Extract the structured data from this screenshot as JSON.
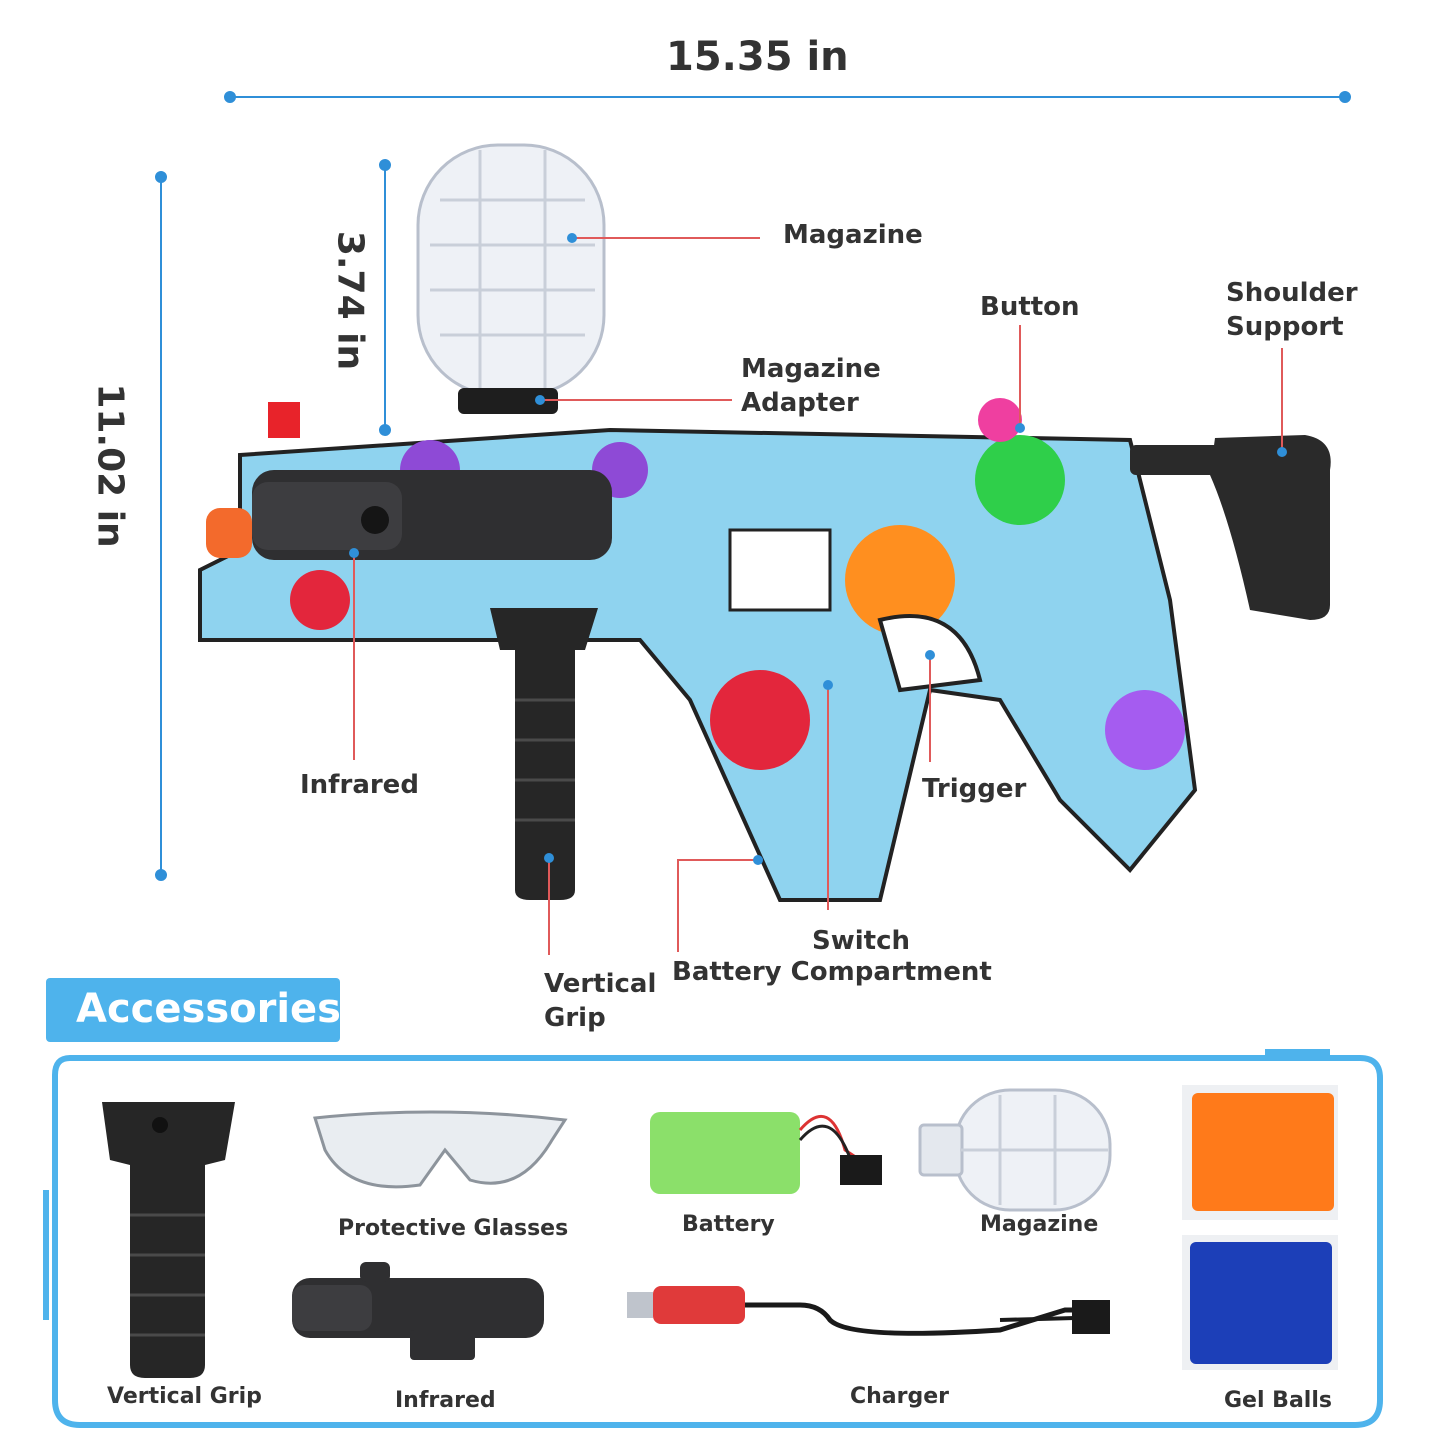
{
  "dimensions": {
    "width_label": "15.35 in",
    "total_height_label": "11.02 in",
    "magazine_height_label": "3.74 in"
  },
  "callouts": {
    "magazine": "Magazine",
    "magazine_adapter_line1": "Magazine",
    "magazine_adapter_line2": "Adapter",
    "button": "Button",
    "shoulder_support_line1": "Shoulder",
    "shoulder_support_line2": "Support",
    "infrared": "Infrared",
    "trigger": "Trigger",
    "switch": "Switch",
    "battery_compartment": "Battery Compartment",
    "vertical_grip_line1": "Vertical",
    "vertical_grip_line2": "Grip"
  },
  "accessories": {
    "heading": "Accessories",
    "items": {
      "vertical_grip": "Vertical Grip",
      "protective_glasses": "Protective Glasses",
      "battery": "Battery",
      "magazine": "Magazine",
      "infrared": "Infrared",
      "charger": "Charger",
      "gel_balls": "Gel Balls"
    }
  },
  "colors": {
    "dimension_line": "#2f8fd8",
    "callout_line": "#e05a5a",
    "accent": "#4eb3ec",
    "frame": "#4eb3ec",
    "gel_orange": "#ff7a1a",
    "gel_blue": "#1c3fb8",
    "battery_green": "#8be06a"
  }
}
